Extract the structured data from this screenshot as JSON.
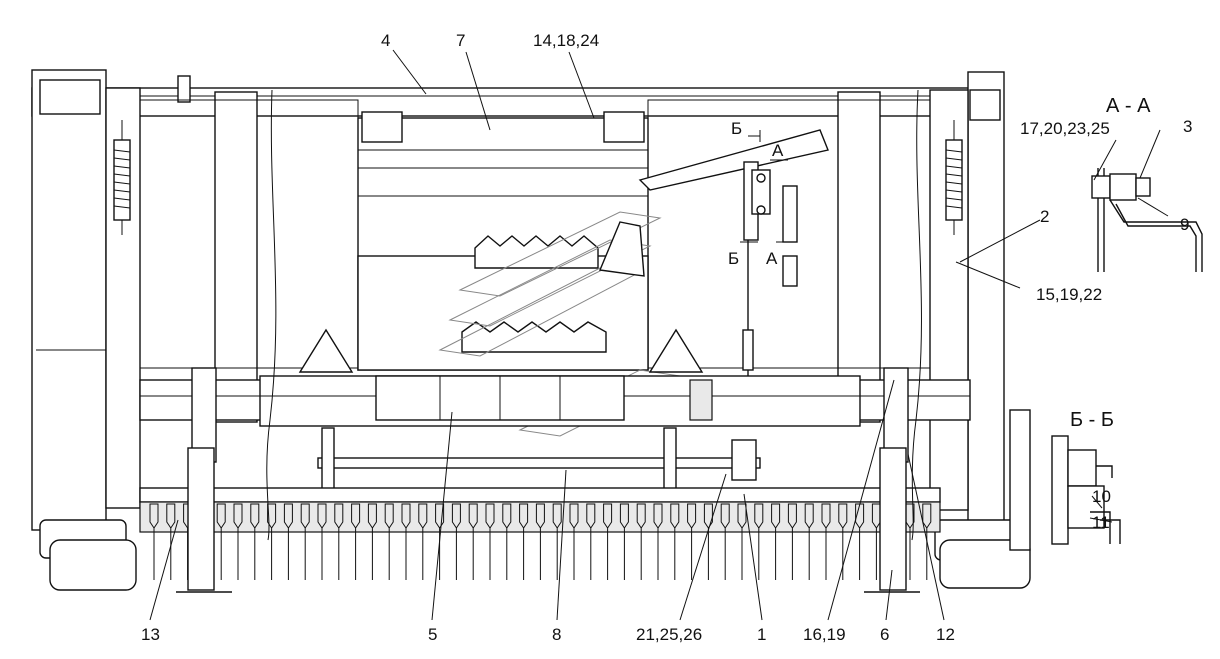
{
  "callouts": {
    "c4": "4",
    "c7": "7",
    "c14_18_24": "14,18,24",
    "c3": "3",
    "c17_20_23_25": "17,20,23,25",
    "c9": "9",
    "c2": "2",
    "c15_19_22": "15,19,22",
    "c10": "10",
    "c11": "11",
    "c13": "13",
    "c5": "5",
    "c8": "8",
    "c21_25_26": "21,25,26",
    "c1": "1",
    "c16_19": "16,19",
    "c6": "6",
    "c12": "12"
  },
  "sections": {
    "aa_title": "А - А",
    "bb_title": "Б - Б",
    "mark_b_top": "Б",
    "mark_a_top": "А",
    "mark_b_bottom": "Б",
    "mark_a_bottom": "А"
  },
  "colors": {
    "line": "#111111",
    "background": "#ffffff"
  }
}
